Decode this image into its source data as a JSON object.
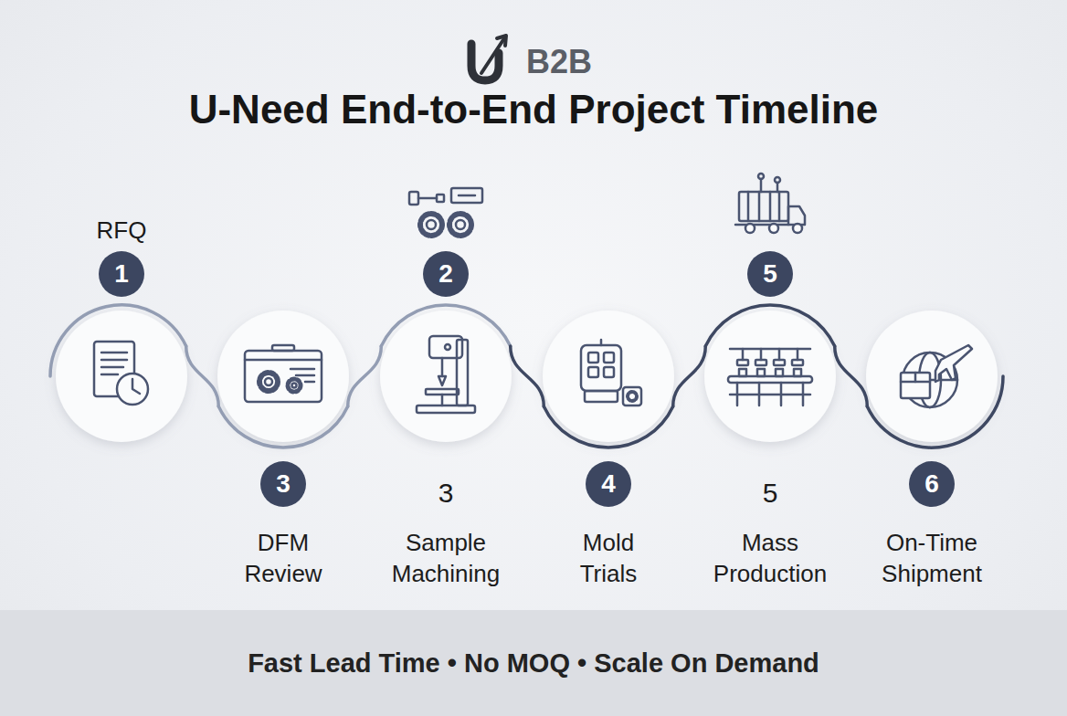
{
  "diagram": {
    "title": "U-Need End-to-End Project Timeline",
    "nodes": [
      {
        "text": [
          "RFQ",
          "1"
        ]
      },
      {
        "text": [
          "3",
          "DFM Review"
        ]
      },
      {
        "text": [
          "2",
          "3",
          "Sample Machining"
        ]
      },
      {
        "text": [
          "4",
          "Mold Trials"
        ]
      },
      {
        "text": [
          "5",
          "5",
          "Mass Production"
        ]
      },
      {
        "text": [
          "6",
          "On-Time Shipment"
        ]
      },
      {
        "text": [
          "Fast Lead Time • No MOQ • Scale On Demand"
        ]
      }
    ],
    "edges": [
      {
        "from": 0,
        "to": 1,
        "arrow": "none"
      },
      {
        "from": 1,
        "to": 2,
        "arrow": "none"
      },
      {
        "from": 2,
        "to": 3,
        "arrow": "none"
      },
      {
        "from": 3,
        "to": 4,
        "arrow": "none"
      },
      {
        "from": 4,
        "to": 5,
        "arrow": "none"
      }
    ],
    "labels": [
      "B2B"
    ]
  }
}
